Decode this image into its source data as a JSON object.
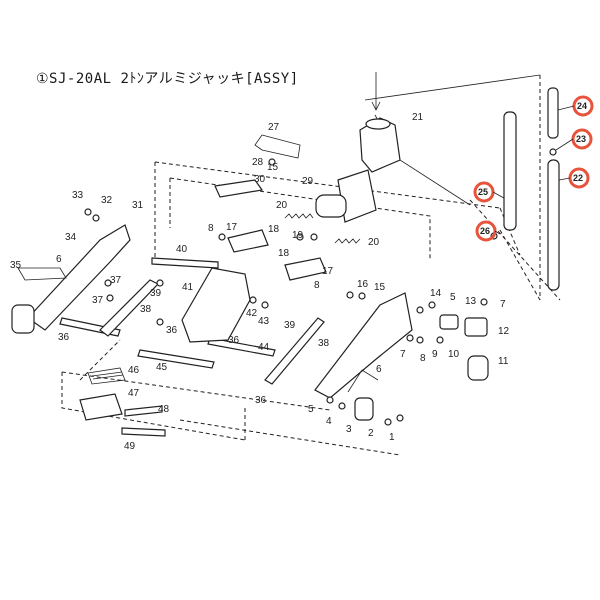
{
  "title": "①SJ-20AL 2ﾄﾝアルミジャッキ[ASSY]",
  "highlight_color": "#e8533c",
  "parts": [
    {
      "id": "p1",
      "label": "1"
    },
    {
      "id": "p2",
      "label": "2"
    },
    {
      "id": "p3",
      "label": "3"
    },
    {
      "id": "p4",
      "label": "4"
    },
    {
      "id": "p5a",
      "label": "5"
    },
    {
      "id": "p5b",
      "label": "5"
    },
    {
      "id": "p6a",
      "label": "6"
    },
    {
      "id": "p6b",
      "label": "6"
    },
    {
      "id": "p7a",
      "label": "7"
    },
    {
      "id": "p7b",
      "label": "7"
    },
    {
      "id": "p8a",
      "label": "8"
    },
    {
      "id": "p8b",
      "label": "8"
    },
    {
      "id": "p8c",
      "label": "8"
    },
    {
      "id": "p9",
      "label": "9"
    },
    {
      "id": "p10",
      "label": "10"
    },
    {
      "id": "p11",
      "label": "11"
    },
    {
      "id": "p12",
      "label": "12"
    },
    {
      "id": "p13",
      "label": "13"
    },
    {
      "id": "p14",
      "label": "14"
    },
    {
      "id": "p15a",
      "label": "15"
    },
    {
      "id": "p15b",
      "label": "15"
    },
    {
      "id": "p16",
      "label": "16"
    },
    {
      "id": "p17a",
      "label": "17"
    },
    {
      "id": "p17b",
      "label": "17"
    },
    {
      "id": "p18a",
      "label": "18"
    },
    {
      "id": "p18b",
      "label": "18"
    },
    {
      "id": "p19",
      "label": "19"
    },
    {
      "id": "p20a",
      "label": "20"
    },
    {
      "id": "p20b",
      "label": "20"
    },
    {
      "id": "p21",
      "label": "21"
    },
    {
      "id": "p27",
      "label": "27"
    },
    {
      "id": "p28",
      "label": "28"
    },
    {
      "id": "p29",
      "label": "29"
    },
    {
      "id": "p30",
      "label": "30"
    },
    {
      "id": "p31",
      "label": "31"
    },
    {
      "id": "p32",
      "label": "32"
    },
    {
      "id": "p33",
      "label": "33"
    },
    {
      "id": "p34",
      "label": "34"
    },
    {
      "id": "p35",
      "label": "35"
    },
    {
      "id": "p36a",
      "label": "36"
    },
    {
      "id": "p36b",
      "label": "36"
    },
    {
      "id": "p36c",
      "label": "36"
    },
    {
      "id": "p36d",
      "label": "36"
    },
    {
      "id": "p37a",
      "label": "37"
    },
    {
      "id": "p37b",
      "label": "37"
    },
    {
      "id": "p38a",
      "label": "38"
    },
    {
      "id": "p38b",
      "label": "38"
    },
    {
      "id": "p39a",
      "label": "39"
    },
    {
      "id": "p39b",
      "label": "39"
    },
    {
      "id": "p40",
      "label": "40"
    },
    {
      "id": "p41",
      "label": "41"
    },
    {
      "id": "p42",
      "label": "42"
    },
    {
      "id": "p43",
      "label": "43"
    },
    {
      "id": "p44",
      "label": "44"
    },
    {
      "id": "p45",
      "label": "45"
    },
    {
      "id": "p46",
      "label": "46"
    },
    {
      "id": "p47",
      "label": "47"
    },
    {
      "id": "p48",
      "label": "48"
    },
    {
      "id": "p49",
      "label": "49"
    }
  ],
  "highlighted_parts": [
    {
      "id": "h22",
      "label": "22"
    },
    {
      "id": "h23",
      "label": "23"
    },
    {
      "id": "h24",
      "label": "24"
    },
    {
      "id": "h25",
      "label": "25"
    },
    {
      "id": "h26",
      "label": "26"
    }
  ]
}
